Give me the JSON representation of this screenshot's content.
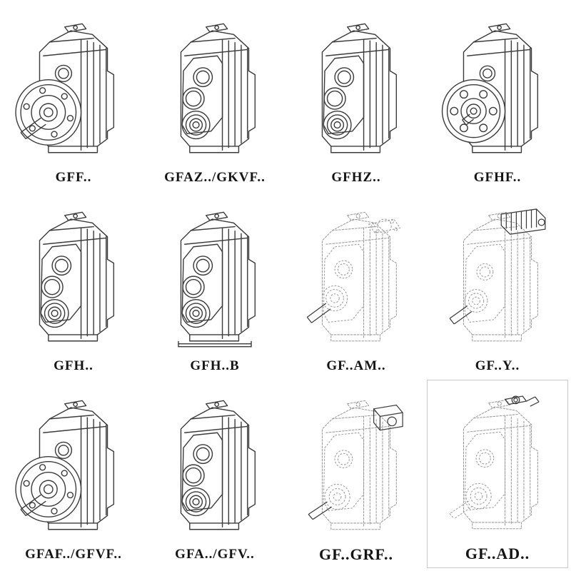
{
  "page": {
    "background_color": "#ffffff"
  },
  "drawing_style": {
    "solid_line_color": "#3b3b3b",
    "light_line_color": "#9c9c9c"
  },
  "cells": [
    {
      "label": "GFF..",
      "drawing": "flange-mounted-gearbox-with-output-shaft",
      "drawing_ref": "#gb-flange-shaft"
    },
    {
      "label": "GFAZ../GKVF..",
      "drawing": "hollow-shaft-gearbox",
      "drawing_ref": "#gb-bore"
    },
    {
      "label": "GFHZ..",
      "drawing": "hollow-shaft-gearbox",
      "drawing_ref": "#gb-bore"
    },
    {
      "label": "GFHF..",
      "drawing": "flange-mounted-gearbox",
      "drawing_ref": "#gb-flange"
    },
    {
      "label": "GFH..",
      "drawing": "hollow-shaft-gearbox",
      "drawing_ref": "#gb-bore"
    },
    {
      "label": "GFH..B",
      "drawing": "foot-mounted-gearbox",
      "drawing_ref": "#gb-bore-foot"
    },
    {
      "label": "GF..AM..",
      "drawing": "gearbox-with-motor-adapter-flange",
      "drawing_ref": "#gb-am"
    },
    {
      "label": "GF..Y..",
      "drawing": "gearbox-with-mounted-motor",
      "drawing_ref": "#gb-motor"
    },
    {
      "label": "GFAF../GFVF..",
      "drawing": "flange-mounted-gearbox-with-output-shaft",
      "drawing_ref": "#gb-flange-shaft"
    },
    {
      "label": "GFA../GFV..",
      "drawing": "hollow-shaft-gearbox",
      "drawing_ref": "#gb-bore"
    },
    {
      "label": "GF..GRF..",
      "drawing": "gearbox-with-input-adapter-box",
      "drawing_ref": "#gb-grf"
    },
    {
      "label": "GF..AD..",
      "drawing": "gearbox-with-input-shaft-adapter",
      "drawing_ref": "#gb-ad"
    }
  ]
}
